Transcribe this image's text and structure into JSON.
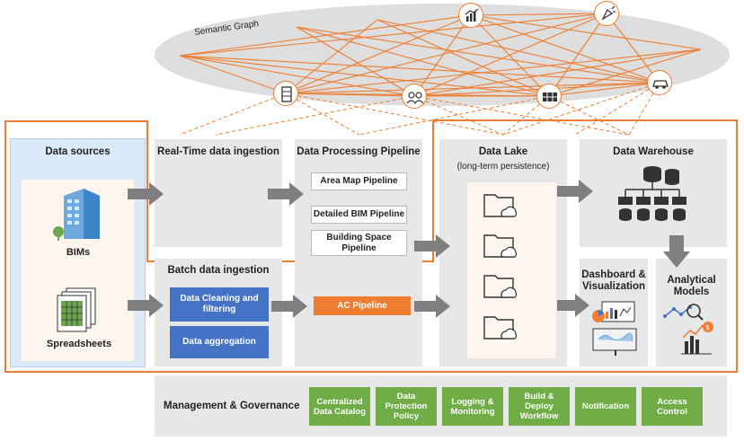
{
  "semantic_graph": {
    "label": "Semantic Graph"
  },
  "sources": {
    "title": "Data sources",
    "bims": "BIMs",
    "spreadsheets": "Spreadsheets"
  },
  "realtime": {
    "title": "Real-Time data ingestion"
  },
  "batch": {
    "title": "Batch data ingestion",
    "cleaning": "Data Cleaning and filtering",
    "aggregation": "Data aggregation"
  },
  "processing": {
    "title": "Data Processing Pipeline",
    "area_map": "Area Map Pipeline",
    "bim": "Detailed BIM Pipeline",
    "space": "Building Space Pipeline",
    "ac": "AC Pipeline"
  },
  "lake": {
    "title": "Data Lake",
    "subtitle": "(long-term persistence)"
  },
  "warehouse": {
    "title": "Data Warehouse"
  },
  "dashboard": {
    "title": "Dashboard & Visualization"
  },
  "analytics": {
    "title": "Analytical Models"
  },
  "governance": {
    "title": "Management & Governance",
    "items": [
      "Centralized Data Catalog",
      "Data Protection Policy",
      "Logging & Monitoring",
      "Build & Deploy Workflow",
      "Notification",
      "Access Control"
    ]
  },
  "colors": {
    "orange": "#ed7d31",
    "blue": "#4472c4",
    "green": "#70ad47",
    "panel": "#e7e7e7",
    "source_bg": "#dce9f8"
  }
}
